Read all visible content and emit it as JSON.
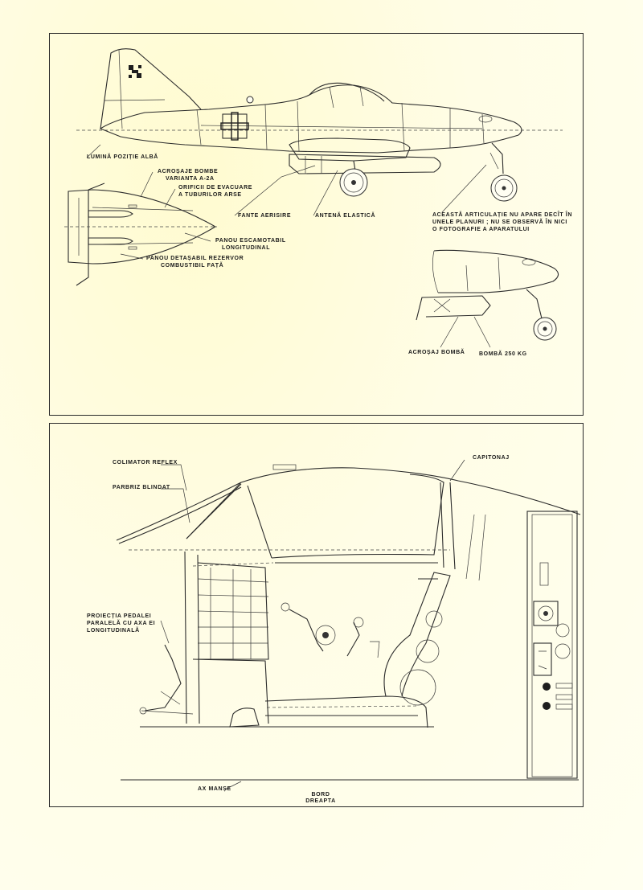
{
  "top_panel": {
    "labels": {
      "white_position_light": "LUMINĂ POZIȚIE ALBĂ",
      "bomb_racks_1": "ACROȘAJE BOMBE",
      "bomb_racks_2": "VARIANTA A-2a",
      "exhaust_1": "ORIFICII DE EVACUARE",
      "exhaust_2": "A TUBURILOR ARSE",
      "vents": "FANTE AERISIRE",
      "elastic_antenna": "ANTENĂ ELASTICĂ",
      "retractable_1": "PANOU ESCAMOTABIL",
      "retractable_2": "LONGITUDINAL",
      "removable_1": "PANOU DETAȘABIL REZERVOR",
      "removable_2": "COMBUSTIBIL FAȚĂ",
      "note_1": "ACEASTĂ ARTICULAȚIE NU APARE DECÎT ÎN",
      "note_2": "UNELE PLANURI ; NU SE OBSERVĂ ÎN NICI",
      "note_3": "O FOTOGRAFIE A APARATULUI",
      "bomb_rack": "ACROȘAJ BOMBĂ",
      "bomb_250": "BOMBĂ 250 Kg"
    }
  },
  "bottom_panel": {
    "labels": {
      "reflex_sight": "COLIMATOR REFLEX",
      "windshield": "PARBRIZ BLINDAT",
      "padding": "CAPITONAJ",
      "pedal_1": "PROIECȚIA PEDALEI",
      "pedal_2": "PARALELĂ CU AXA EI",
      "pedal_3": "LONGITUDINALĂ",
      "stick_axis": "AX MANȘE",
      "panel_1": "BORD",
      "panel_2": "DREAPTA"
    }
  }
}
